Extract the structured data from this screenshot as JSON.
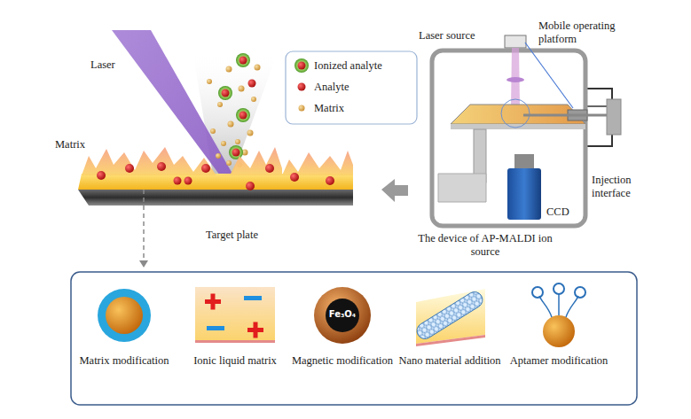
{
  "diagram": {
    "nodes": [
      {
        "text": [
          "Matrix modification"
        ]
      },
      {
        "text": [
          "Ionic liquid matrix"
        ]
      },
      {
        "text": [
          "Fe₃O₄",
          "Magnetic modification"
        ]
      },
      {
        "text": [
          "Nano material addition"
        ]
      },
      {
        "text": [
          "Aptamer modification"
        ]
      }
    ],
    "labels": [
      "Laser",
      "Matrix",
      "Target plate",
      "Laser source",
      "Mobile operating platform",
      "Injection interface",
      "CCD",
      "The device of AP-MALDI ion source"
    ],
    "legend": [
      {
        "text": "Ionized analyte"
      },
      {
        "text": "Analyte"
      },
      {
        "text": "Matrix"
      }
    ]
  }
}
